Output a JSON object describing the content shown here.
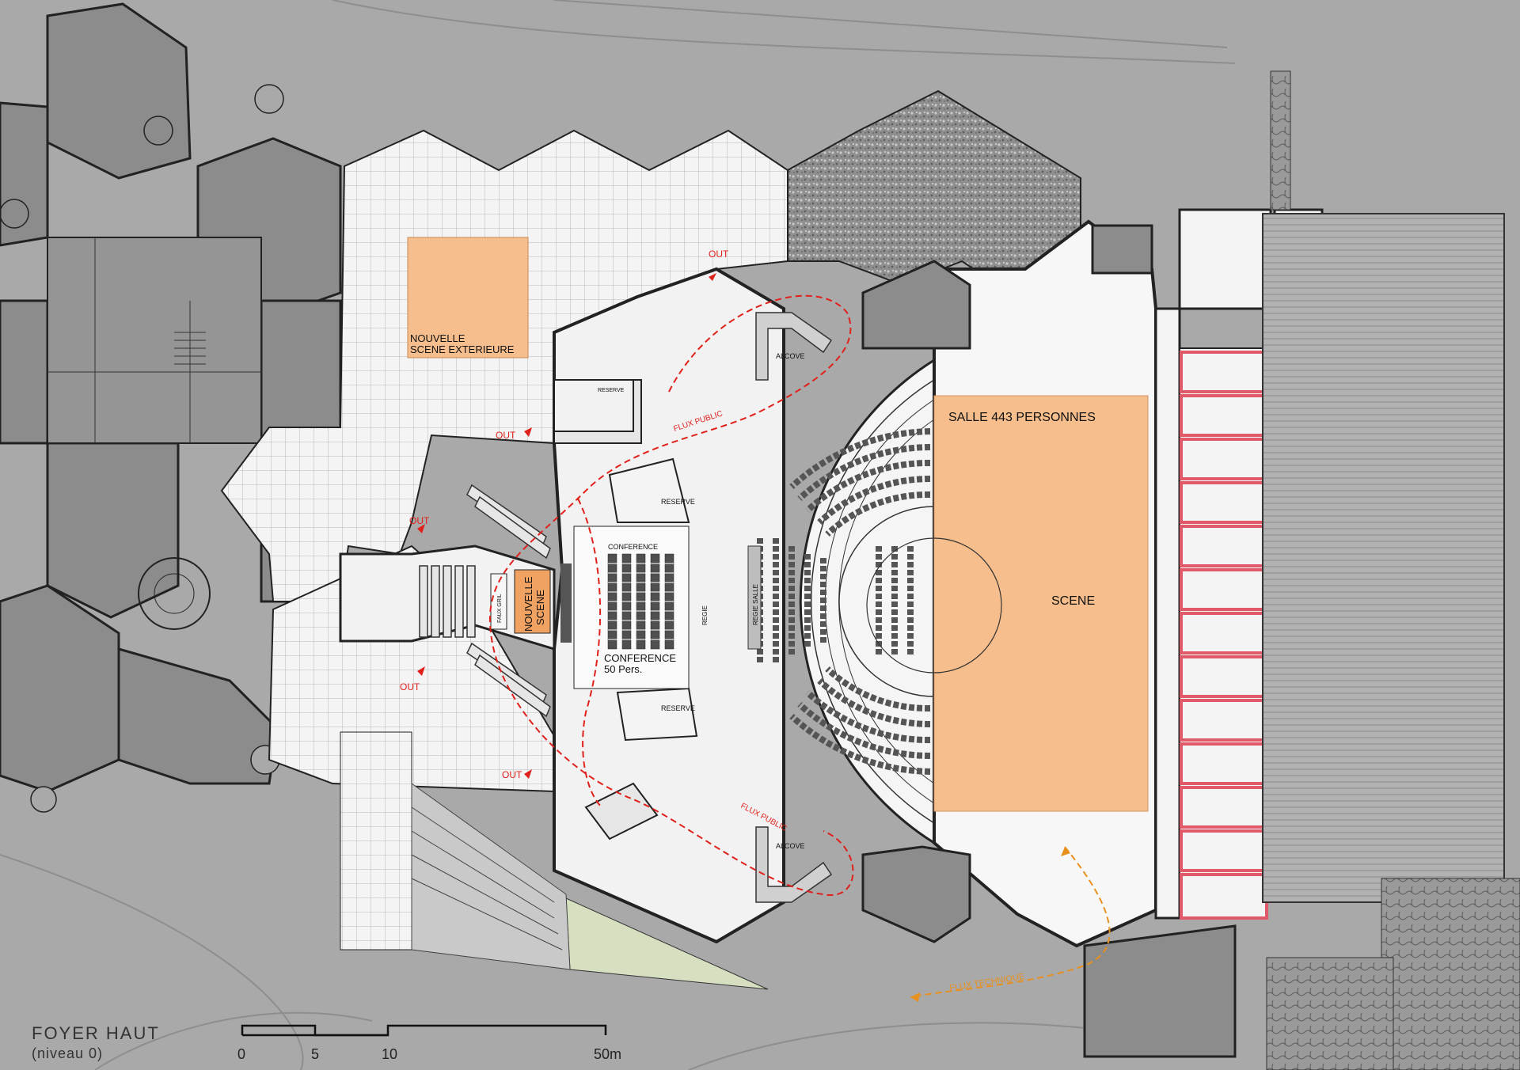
{
  "plan": {
    "title": "FOYER HAUT",
    "subtitle": "(niveau 0)",
    "scale_ticks": [
      "0",
      "5",
      "10",
      "50m"
    ],
    "labels": {
      "outdoor_stage_l1": "NOUVELLE",
      "outdoor_stage_l2": "SCENE EXTERIEURE",
      "hall": "SALLE  443 PERSONNES",
      "stage": "SCENE",
      "alcove_top": "ALCOVE",
      "alcove_bottom": "ALCOVE",
      "reserve_top": "RESERVE",
      "reserve_mid": "RESERVE",
      "reserve_low": "RESERVE",
      "conference_small": "CONFERENCE",
      "conference": "CONFERENCE",
      "conference_capacity": "50 Pers.",
      "new_stage_l1": "NOUVELLE",
      "new_stage_l2": "SCENE",
      "faux_gril": "FAUX GRIL",
      "regie": "REGIE",
      "regie_salle": "REGIE SALLE",
      "flux_public_top": "FLUX PUBLIC",
      "flux_public_bottom": "FLUX PUBLIC",
      "flux_technique": "FLUX TECHNIQUE",
      "out_1": "OUT",
      "out_2": "OUT",
      "out_3": "OUT",
      "out_4": "OUT",
      "out_5": "OUT"
    },
    "colors": {
      "background": "#a9a9a9",
      "building_dark": "#8c8c8c",
      "stage_fill": "#f6be8c",
      "new_stage_fill": "#f0a262",
      "flow_public": "#e0201b",
      "flow_technical": "#e8901e",
      "green_area": "#d6dfc0"
    }
  }
}
